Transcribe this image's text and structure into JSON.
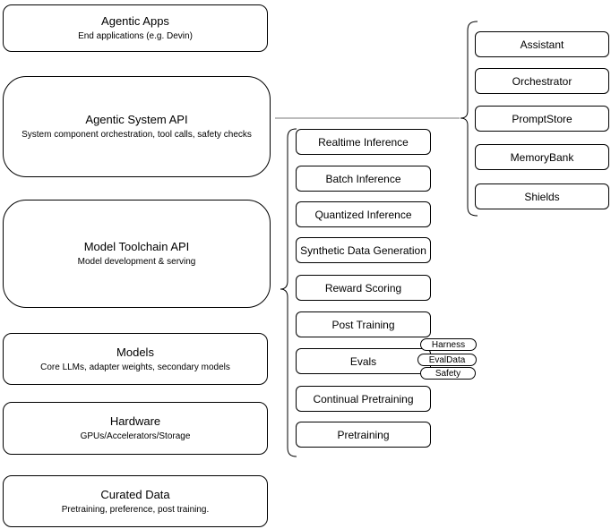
{
  "colors": {
    "node_border": "#000000",
    "bracket_stroke": "#000000",
    "connector_stroke": "#7a7a7a",
    "background": "#ffffff",
    "text": "#000000"
  },
  "left_stack": [
    {
      "title": "Agentic Apps",
      "subtitle": "End applications (e.g. Devin)"
    },
    {
      "title": "Agentic System API",
      "subtitle": "System component orchestration, tool calls, safety checks"
    },
    {
      "title": "Model Toolchain API",
      "subtitle": "Model development & serving"
    },
    {
      "title": "Models",
      "subtitle": "Core LLMs, adapter weights, secondary models"
    },
    {
      "title": "Hardware",
      "subtitle": "GPUs/Accelerators/Storage"
    },
    {
      "title": "Curated Data",
      "subtitle": "Pretraining, preference, post training."
    }
  ],
  "toolchain_items": [
    {
      "label": "Realtime Inference"
    },
    {
      "label": "Batch Inference"
    },
    {
      "label": "Quantized Inference"
    },
    {
      "label": "Synthetic Data Generation"
    },
    {
      "label": "Reward Scoring"
    },
    {
      "label": "Post Training"
    },
    {
      "label": "Evals"
    },
    {
      "label": "Continual Pretraining"
    },
    {
      "label": "Pretraining"
    }
  ],
  "evals_tags": [
    {
      "label": "Harness"
    },
    {
      "label": "EvalData"
    },
    {
      "label": "Safety"
    }
  ],
  "system_components": [
    {
      "label": "Assistant"
    },
    {
      "label": "Orchestrator"
    },
    {
      "label": "PromptStore"
    },
    {
      "label": "MemoryBank"
    },
    {
      "label": "Shields"
    }
  ]
}
